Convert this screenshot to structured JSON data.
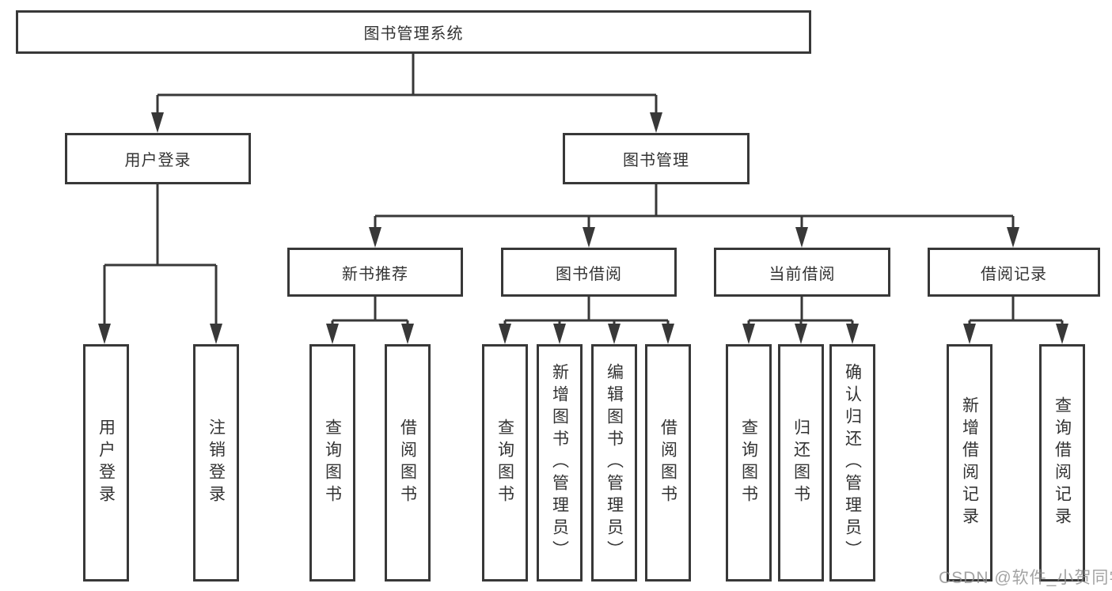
{
  "title": "图书管理系统",
  "branches": [
    {
      "label": "用户登录",
      "children": [
        {
          "label": "用户登录"
        },
        {
          "label": "注销登录"
        }
      ]
    },
    {
      "label": "图书管理",
      "sections": [
        {
          "label": "新书推荐",
          "children": [
            {
              "label": "查询图书"
            },
            {
              "label": "借阅图书"
            }
          ]
        },
        {
          "label": "图书借阅",
          "children": [
            {
              "label": "查询图书"
            },
            {
              "label": "新增图书（管理员）"
            },
            {
              "label": "编辑图书（管理员）"
            },
            {
              "label": "借阅图书"
            }
          ]
        },
        {
          "label": "当前借阅",
          "children": [
            {
              "label": "查询图书"
            },
            {
              "label": "归还图书"
            },
            {
              "label": "确认归还（管理员）"
            }
          ]
        },
        {
          "label": "借阅记录",
          "children": [
            {
              "label": "新增借阅记录"
            },
            {
              "label": "查询借阅记录"
            }
          ]
        }
      ]
    }
  ],
  "watermark": "CSDN @软件_小贺同学",
  "colors": {
    "line": "#383838",
    "text": "#333333",
    "background": "#ffffff",
    "watermark": "#8c8c8c"
  }
}
